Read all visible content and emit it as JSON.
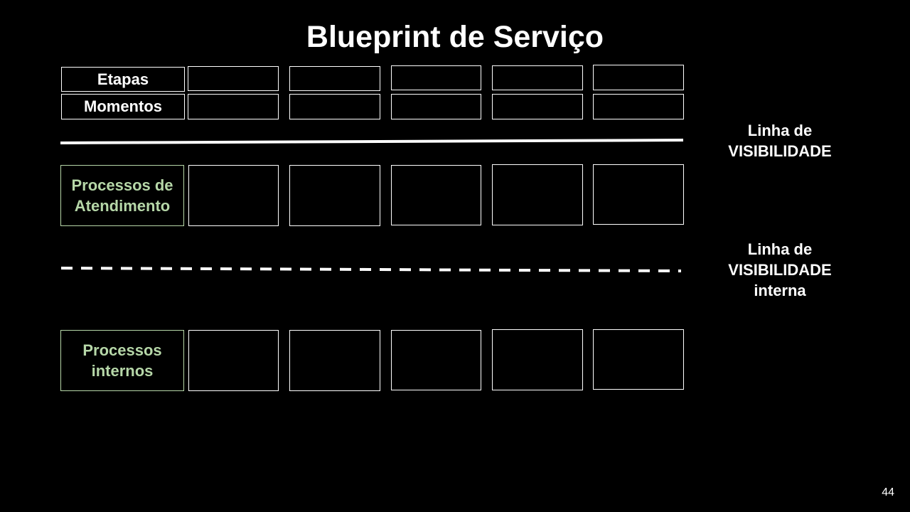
{
  "title": "Blueprint de Serviço",
  "rows": {
    "etapas": "Etapas",
    "momentos": "Momentos",
    "processos_atendimento": "Processos de\nAtendimento",
    "processos_internos": "Processos\ninternos"
  },
  "lines": {
    "visibilidade": "Linha de\nVISIBILIDADE",
    "visibilidade_interna": "Linha de\nVISIBILIDADE\ninterna"
  },
  "colors": {
    "background": "#000000",
    "foreground": "#ffffff",
    "label_green": "#b6d7a8"
  },
  "page_number": "44"
}
